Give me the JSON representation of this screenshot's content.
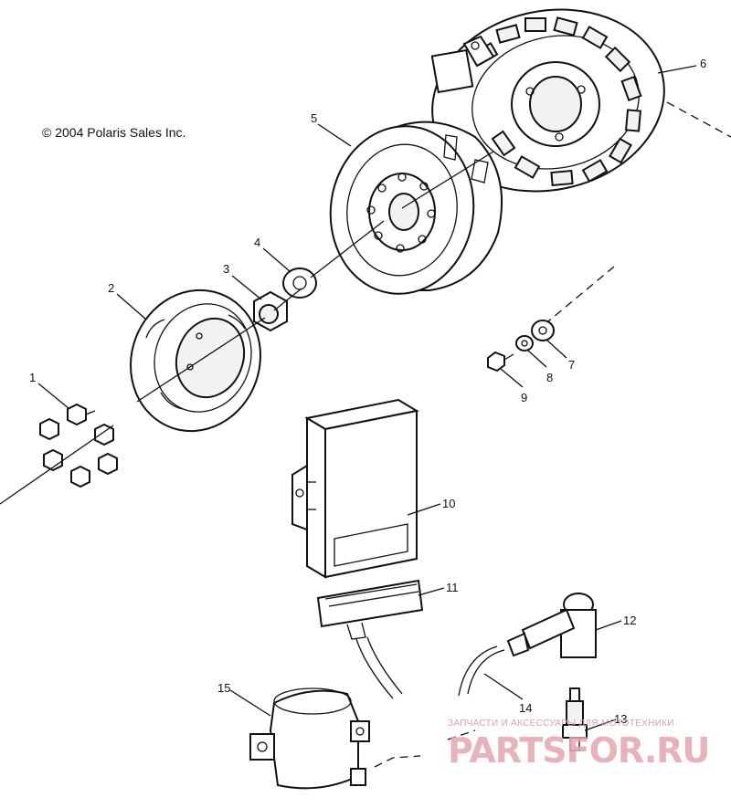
{
  "copyright": "© 2004 Polaris Sales Inc.",
  "callouts": [
    "1",
    "2",
    "3",
    "4",
    "5",
    "6",
    "7",
    "8",
    "9",
    "10",
    "11",
    "12",
    "13",
    "14",
    "15"
  ],
  "watermark": {
    "tagline": "ЗАПЧАСТИ И АКСЕССУАРЫ ДЛЯ МОТОТЕХНИКИ",
    "brand": "PARTSFOR.RU",
    "color": "#e3a6ae"
  }
}
